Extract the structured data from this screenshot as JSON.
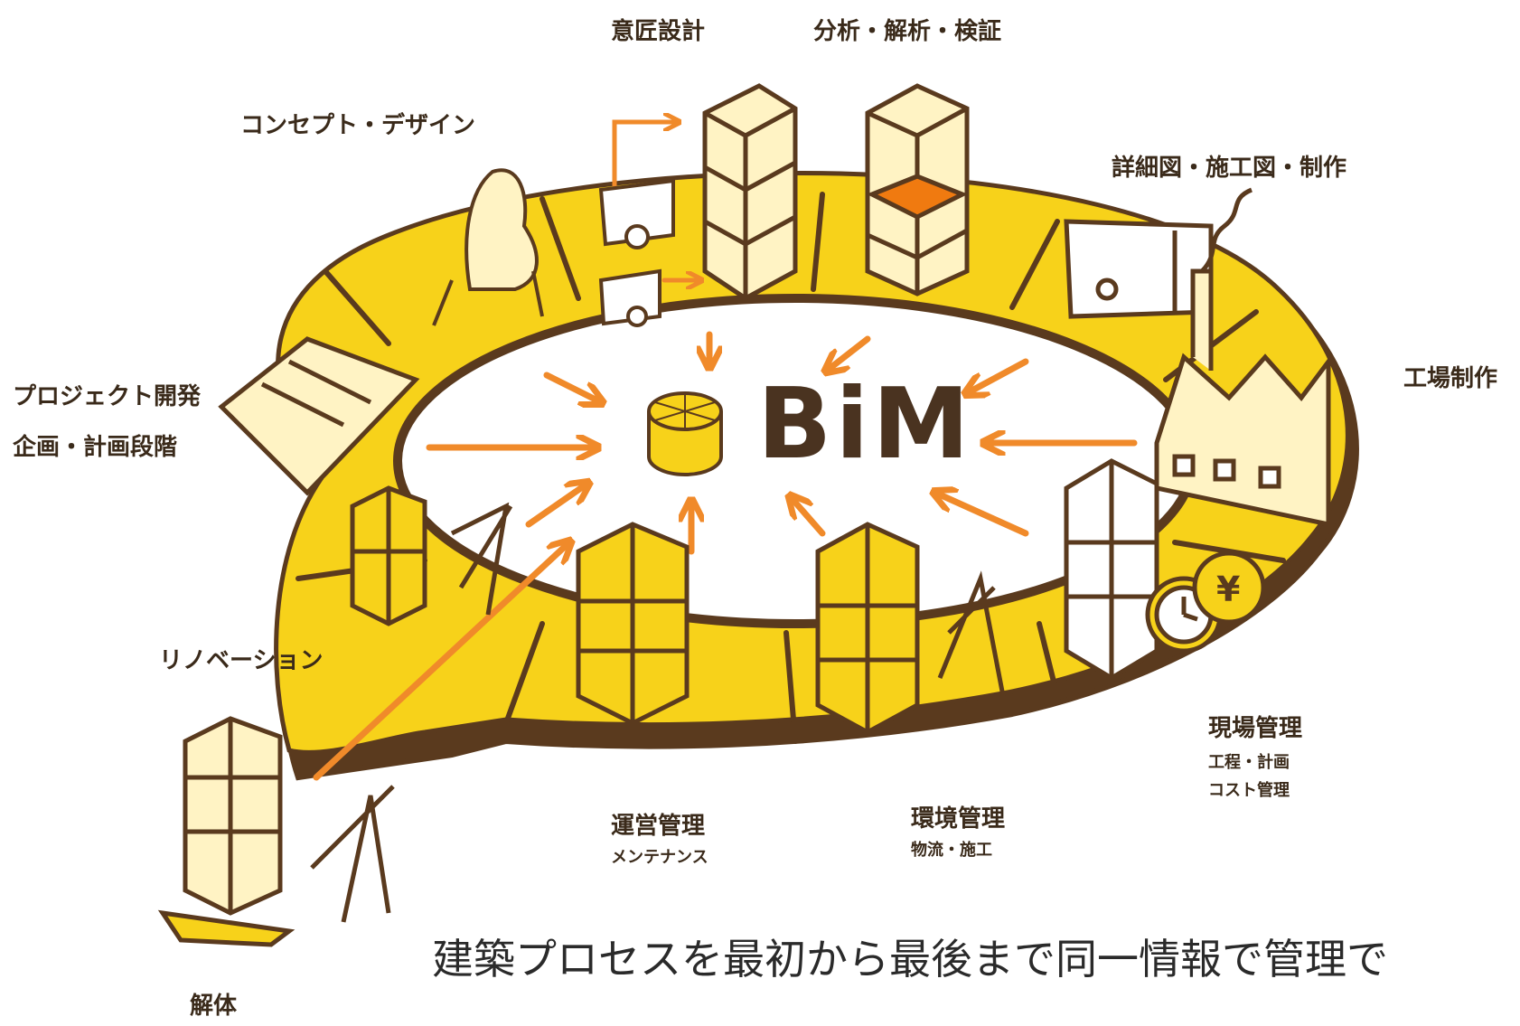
{
  "center": {
    "title": "BiM"
  },
  "stages": {
    "design": "意匠設計",
    "analysis": "分析・解析・検証",
    "concept": "コンセプト・デザイン",
    "detail": "詳細図・施工図・制作",
    "project_line1": "プロジェクト開発",
    "project_line2": "企画・計画段階",
    "factory": "工場制作",
    "renovation": "リノベーション",
    "site_title": "現場管理",
    "site_sub1": "工程・計画",
    "site_sub2": "コスト管理",
    "env_title": "環境管理",
    "env_sub": "物流・施工",
    "ops_title": "運営管理",
    "ops_sub": "メンテナンス",
    "demolition": "解体"
  },
  "caption": "建築プロセスを最初から最後まで同一情報で管理で",
  "colors": {
    "ring": "#f7d21a",
    "ring_dark": "#e3b90c",
    "outline": "#5a3a1e",
    "arrow": "#f08a2a",
    "building": "#fff3c4",
    "building_yellow": "#f7d21a",
    "accent_orange": "#f07a10"
  }
}
